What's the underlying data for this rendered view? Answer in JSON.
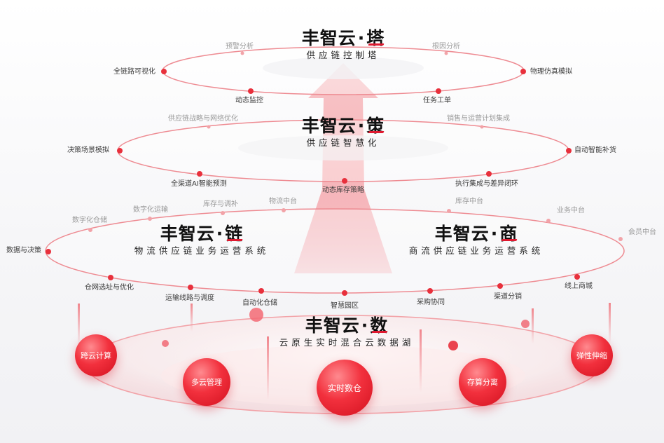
{
  "colors": {
    "accent": "#e8303c",
    "text": "#333333",
    "ring": "#f0a0a4"
  },
  "top": {
    "brand": {
      "name": "丰智云",
      "suffix": "塔",
      "subtitle": "供应链控制塔"
    },
    "labels": [
      "预警分析",
      "根因分析",
      "全链路可视化",
      "物理仿真模拟",
      "动态监控",
      "任务工单"
    ]
  },
  "second": {
    "brand": {
      "name": "丰智云",
      "suffix": "策",
      "subtitle": "供应链智慧化"
    },
    "labels": [
      "供应链战略与网络优化",
      "销售与运营计划集成",
      "决策场景模拟",
      "自动智能补货",
      "全渠道AI智能预测",
      "执行集成与差异闭环",
      "动态库存策略"
    ]
  },
  "third": {
    "left_brand": {
      "name": "丰智云",
      "suffix": "链",
      "subtitle": "物流供应链业务运营系统"
    },
    "right_brand": {
      "name": "丰智云",
      "suffix": "商",
      "subtitle": "商流供应链业务运营系统"
    },
    "labels": [
      "数字化运输",
      "库存与调补",
      "物流中台",
      "库存中台",
      "业务中台",
      "数字化仓储",
      "会员中台",
      "数据与决策",
      "仓网选址与优化",
      "线上商城",
      "运输线路与调度",
      "渠道分销",
      "自动化仓储",
      "采购协同",
      "智慧园区"
    ]
  },
  "base": {
    "brand": {
      "name": "丰智云",
      "suffix": "数",
      "subtitle": "云原生实时混合云数据湖"
    },
    "bubbles": [
      "跨云计算",
      "弹性伸缩",
      "多云管理",
      "实时数仓",
      "存算分离"
    ]
  }
}
